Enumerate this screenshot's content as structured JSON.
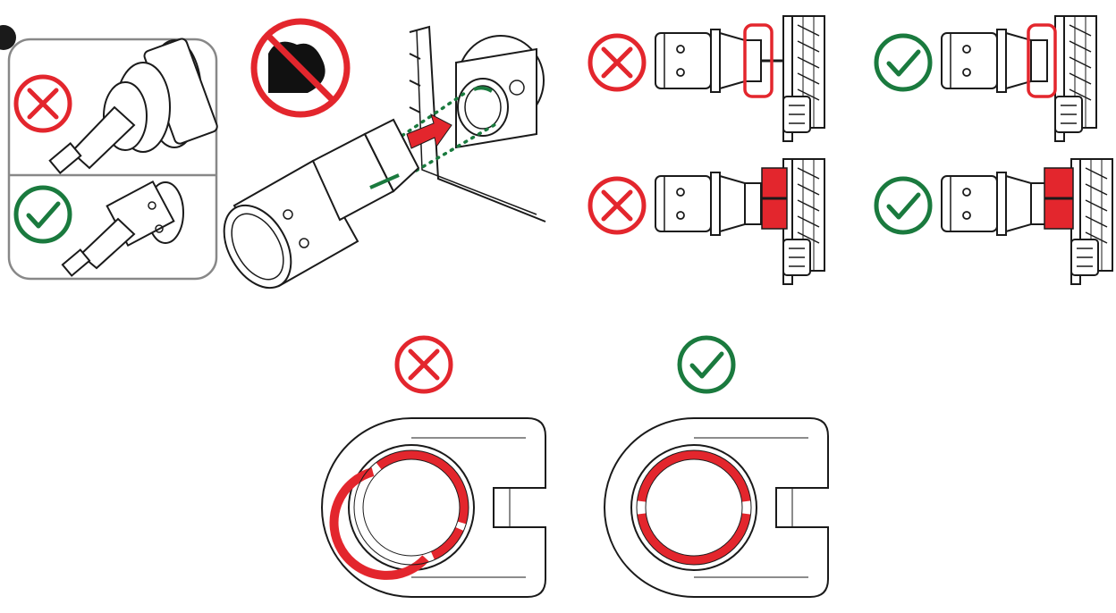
{
  "colors": {
    "wrong": "#e3262d",
    "correct": "#1a7a3e",
    "line": "#1a1a1a",
    "highlight": "#e3262d",
    "panel_border": "#888888",
    "sleeve_green": "#1a7a3e"
  },
  "icons": {
    "wrong": "cross-in-circle-icon",
    "correct": "checkmark-in-circle-icon",
    "no_force": "no-force-icon",
    "insert_direction": "arrow-right-icon"
  },
  "panels": [
    {
      "id": "connector-insertion",
      "verdicts": [
        "wrong",
        "correct"
      ]
    },
    {
      "id": "connector-seating",
      "verdicts": [
        "wrong",
        "correct",
        "wrong",
        "correct"
      ]
    },
    {
      "id": "clamp-ring-orientation",
      "verdicts": [
        "wrong",
        "correct"
      ]
    }
  ]
}
